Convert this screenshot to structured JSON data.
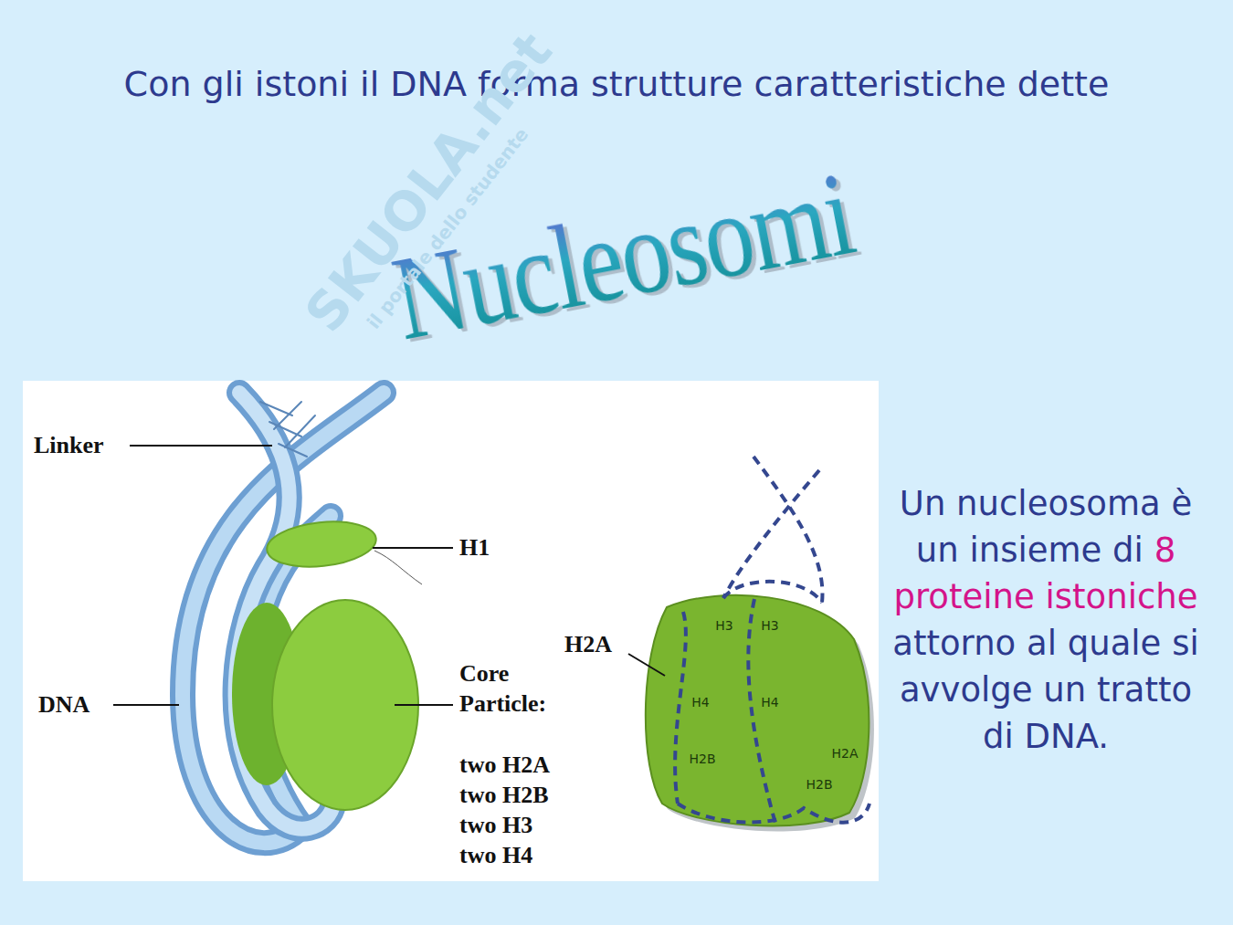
{
  "diagram": {
    "title": "Con gli istoni il DNA forma strutture caratteristiche dette",
    "labels": [
      "Nucleosomi",
      "SKUOLA.net",
      "il portale dello studente",
      "Linker",
      "H1",
      "DNA",
      "Core Particle:",
      "two H2A",
      "two H2B",
      "two H3",
      "two H4",
      "H2A",
      "H3",
      "H3",
      "H4",
      "H4",
      "H2B",
      "H2A",
      "H2B",
      "Un nucleosoma è un insieme di",
      "8 proteine istoniche",
      "attorno al quale si avvolge un tratto di DNA."
    ]
  }
}
